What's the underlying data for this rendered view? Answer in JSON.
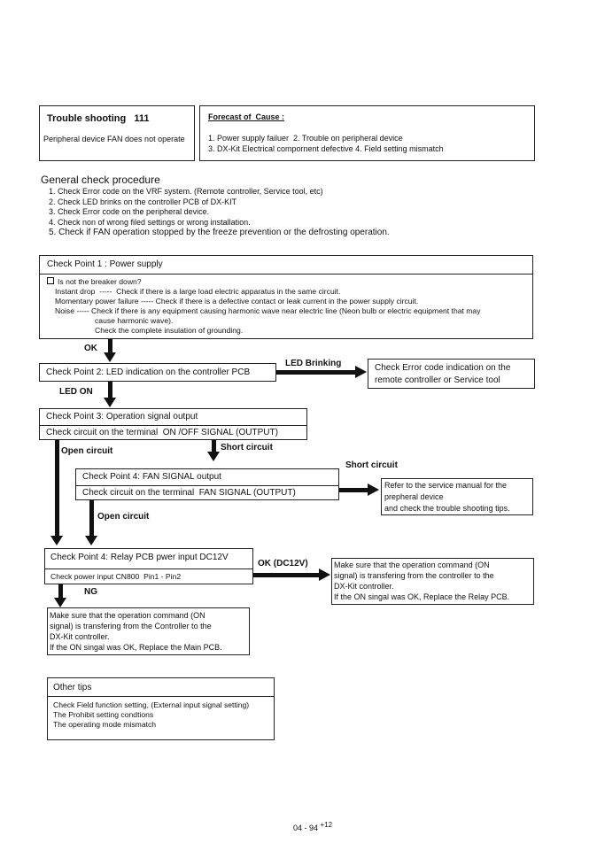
{
  "header": {
    "title": "Trouble shooting   111",
    "subtitle": "Peripheral device FAN does not operate",
    "forecast_title": "Forecast of  Cause :",
    "forecast_line1": "1. Power supply failuer  2. Trouble on peripheral device",
    "forecast_line2": "3. DX-Kit Electrical compornent defective 4. Field setting mismatch"
  },
  "general": {
    "title": "General check procedure",
    "items": [
      "1. Check Error code on the VRF system. (Remote controller, Service tool, etc)",
      "2. Check LED brinks on the controller PCB of DX-KIT",
      "3. Check Error code on the peripheral device.",
      "4. Check non of wrong filed settings or wrong installation.",
      "5. Check if FAN operation stopped by the freeze prevention or the defrosting operation."
    ]
  },
  "cp1": {
    "title": "Check Point 1 : Power supply",
    "check": "Is not the breaker down?",
    "line1": "Instant drop  -----  Check if there is a large load electric apparatus in the same circuit.",
    "line2": "Momentary power failure ----- Check if there is a defective contact or leak current in the power supply circuit.",
    "line3": "Noise ----- Check if there is any equipment causing harmonic wave near electric line (Neon bulb or electric equipment that may",
    "line4": "cause harmonic wave).",
    "line5": "Check the complete insulation of grounding."
  },
  "labels": {
    "ok": "OK",
    "led_brinking": "LED Brinking",
    "led_on": "LED ON",
    "open_circuit": "Open circuit",
    "short_circuit": "Short circuit",
    "ok_dc12v": "OK (DC12V)",
    "ng": "NG"
  },
  "cp2": {
    "title": "Check Point 2: LED indication on the controller PCB"
  },
  "error_box": {
    "line1": "Check Error code indication on the",
    "line2": "remote controller or Service tool"
  },
  "cp3": {
    "title": "Check Point 3: Operation signal output",
    "sub": "Check circuit on the terminal  ON /OFF SIGNAL (OUTPUT)"
  },
  "cp4a": {
    "title": "Check Point 4: FAN SIGNAL output",
    "sub": "Check circuit on the terminal  FAN SIGNAL (OUTPUT)"
  },
  "refer_box": {
    "line1": "Refer to the service manual for the",
    "line2": "prepheral device",
    "line3": "and check the trouble shooting tips."
  },
  "cp4b": {
    "title": "Check Point 4: Relay PCB pwer input DC12V",
    "sub": "Check power input CN800  Pin1 - Pin2"
  },
  "relay_box": {
    "line1": "Make sure that the operation command (ON",
    "line2": "signal) is transfering from the controller to the",
    "line3": "DX-Kit controller.",
    "line4": "If the ON singal was OK, Replace the Relay PCB."
  },
  "main_box": {
    "line1": "Make sure that the operation command (ON",
    "line2": "signal) is transfering from the Controller to the",
    "line3": "DX-Kit controller.",
    "line4": "If the ON singal was OK, Replace the Main PCB."
  },
  "tips": {
    "title": "Other tips",
    "line1": "Check Field function setting, (External input signal setting)",
    "line2": "The Prohibit setting condtions",
    "line3": "The operating mode mismatch"
  },
  "footer": {
    "page": "04 - 94",
    "sup": "+12"
  }
}
